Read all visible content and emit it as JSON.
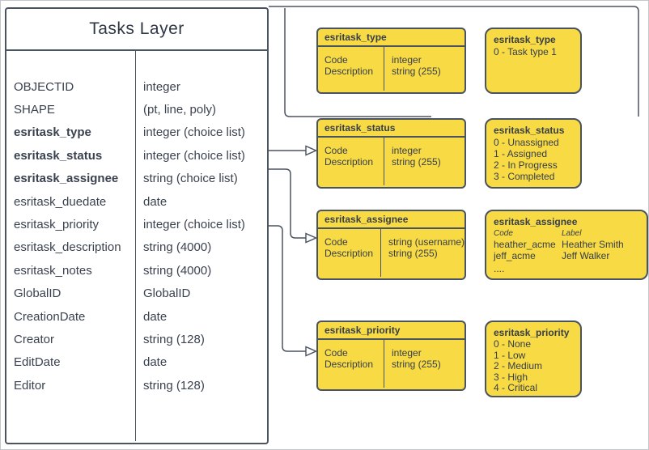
{
  "colors": {
    "box_yellow": "#F7DA44",
    "line_dark": "#4a5360",
    "text_dark": "#363e4b",
    "canvas_border": "#c3c7cc"
  },
  "tasks_layer": {
    "title": "Tasks Layer",
    "fields": [
      {
        "name": "OBJECTID",
        "type": "integer"
      },
      {
        "name": "SHAPE",
        "type": "(pt, line, poly)"
      },
      {
        "name": "esritask_type",
        "type": "integer (choice list)"
      },
      {
        "name": "esritask_status",
        "type": "integer (choice list)"
      },
      {
        "name": "esritask_assignee",
        "type": "string (choice list)"
      },
      {
        "name": "esritask_duedate",
        "type": "date"
      },
      {
        "name": "esritask_priority",
        "type": "integer (choice list)"
      },
      {
        "name": "esritask_description",
        "type": "string (4000)"
      },
      {
        "name": "esritask_notes",
        "type": "string (4000)"
      },
      {
        "name": "GlobalID",
        "type": "GlobalID"
      },
      {
        "name": "CreationDate",
        "type": "date"
      },
      {
        "name": "Creator",
        "type": "string (128)"
      },
      {
        "name": "EditDate",
        "type": "date"
      },
      {
        "name": "Editor",
        "type": "string (128)"
      }
    ]
  },
  "domain_tables": [
    {
      "title": "esritask_type",
      "rows": [
        {
          "field": "Code",
          "type": "integer"
        },
        {
          "field": "Description",
          "type": "string (255)"
        }
      ]
    },
    {
      "title": "esritask_status",
      "rows": [
        {
          "field": "Code",
          "type": "integer"
        },
        {
          "field": "Description",
          "type": "string (255)"
        }
      ]
    },
    {
      "title": "esritask_assignee",
      "rows": [
        {
          "field": "Code",
          "type": "string (username)"
        },
        {
          "field": "Description",
          "type": "string (255)"
        }
      ]
    },
    {
      "title": "esritask_priority",
      "rows": [
        {
          "field": "Code",
          "type": "integer"
        },
        {
          "field": "Description",
          "type": "string (255)"
        }
      ]
    }
  ],
  "domain_values": [
    {
      "title": "esritask_type",
      "lines": [
        "0 - Task type 1"
      ]
    },
    {
      "title": "esritask_status",
      "lines": [
        "0 - Unassigned",
        "1 - Assigned",
        "2 - In Progress",
        "3 - Completed"
      ]
    },
    {
      "title": "esritask_assignee",
      "columns": [
        "Code",
        "Label"
      ],
      "entries": [
        {
          "code": "heather_acme",
          "label": "Heather Smith"
        },
        {
          "code": "jeff_acme",
          "label": "Jeff Walker"
        }
      ],
      "ellipsis": "...."
    },
    {
      "title": "esritask_priority",
      "lines": [
        "0 - None",
        "1 - Low",
        "2 - Medium",
        "3 - High",
        "4 - Critical"
      ]
    }
  ]
}
